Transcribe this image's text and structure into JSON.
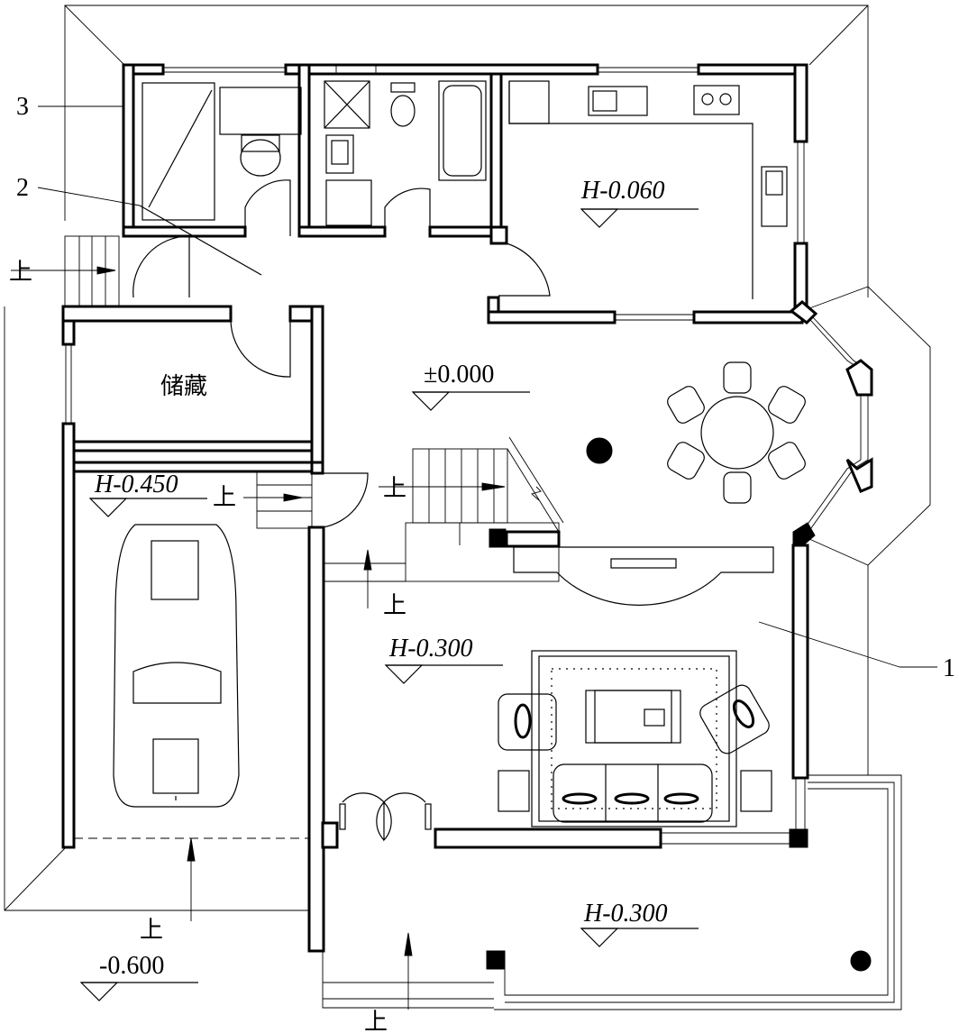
{
  "callouts": {
    "c1": "1",
    "c2": "2",
    "c3": "3"
  },
  "rooms": {
    "storage": "储藏"
  },
  "levels": {
    "kitchen": "H-0.060",
    "hall": "±0.000",
    "garage": "H-0.450",
    "living": "H-0.300",
    "terrace": "H-0.300",
    "outside": "-0.600"
  },
  "stair_up": "上"
}
